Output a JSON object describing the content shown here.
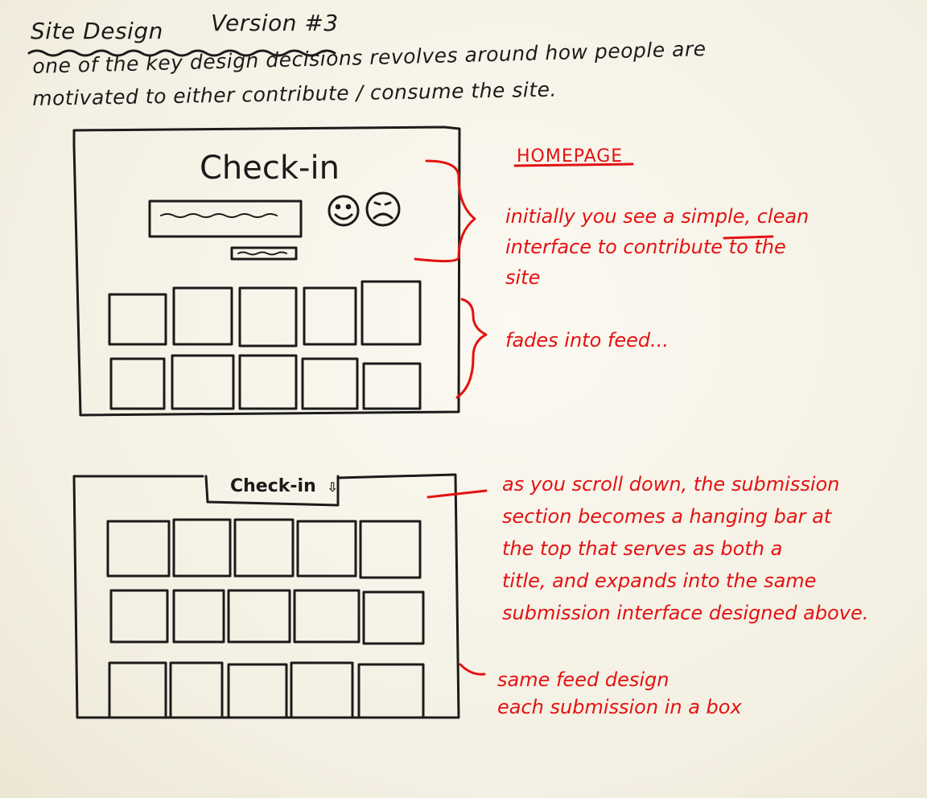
{
  "heading": {
    "left": "Site Design",
    "right": "Version #3"
  },
  "intro": {
    "line1": "one of the key design decisions revolves around how people are",
    "line2": "motivated to either contribute / consume the site."
  },
  "wireframe1": {
    "title": "Check-in"
  },
  "wireframe2": {
    "bar_title": "Check-in",
    "bar_arrow": "⇩"
  },
  "notes": {
    "homepage": "HOMEPAGE",
    "initial": [
      "initially you see a simple, clean",
      "interface to contribute to the",
      "site"
    ],
    "fades": "fades into feed...",
    "scroll": [
      "as you scroll down, the submission",
      "section becomes a hanging bar at",
      "the top that serves as both a",
      "title, and expands into the same",
      "submission interface designed above."
    ],
    "same_feed": [
      "same feed design",
      "each submission in a box"
    ]
  },
  "colors": {
    "ink": "#1b1b1b",
    "red_ink": "#e31212",
    "paper": "#f6f3e9"
  }
}
